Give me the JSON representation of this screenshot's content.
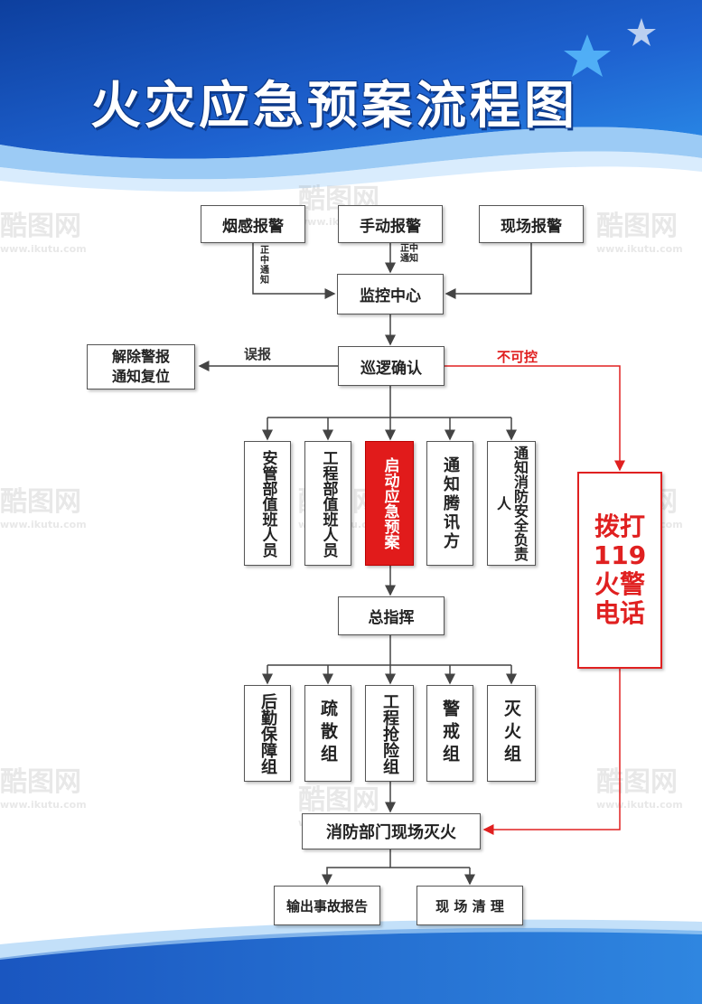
{
  "title": "火灾应急预案流程图",
  "colors": {
    "primary": "#1e5fc8",
    "alert": "#e02020",
    "line": "#444444"
  },
  "nodes": {
    "smoke_alarm": "烟感报警",
    "manual_alarm": "手动报警",
    "onsite_alarm": "现场报警",
    "monitor_center": "监控中心",
    "patrol_confirm": "巡逻确认",
    "cancel_alarm": "解除警报\n通知复位",
    "security_staff": "安管部值班人员",
    "engineering_staff": "工程部值班人员",
    "start_plan": "启动应急预案",
    "notify_tengxun": "通知腾讯方",
    "notify_fire_officer": "通知消防安全负责人",
    "call_119": "拨打119火警电话",
    "commander": "总指挥",
    "logistics": "后勤保障组",
    "evacuation": "疏散组",
    "rescue": "工程抢险组",
    "guard": "警戒组",
    "fire_fighting": "灭火组",
    "fire_dept": "消防部门现场灭火",
    "report": "输出事故报告",
    "cleanup": "现 场 清 理"
  },
  "edge_labels": {
    "notify_left": "正中\n通知",
    "notify_mid": "正中\n通知",
    "false_alarm": "误报",
    "uncontrollable": "不可控"
  },
  "watermark": {
    "brand": "酷图网",
    "url": "www.ikutu.com"
  }
}
